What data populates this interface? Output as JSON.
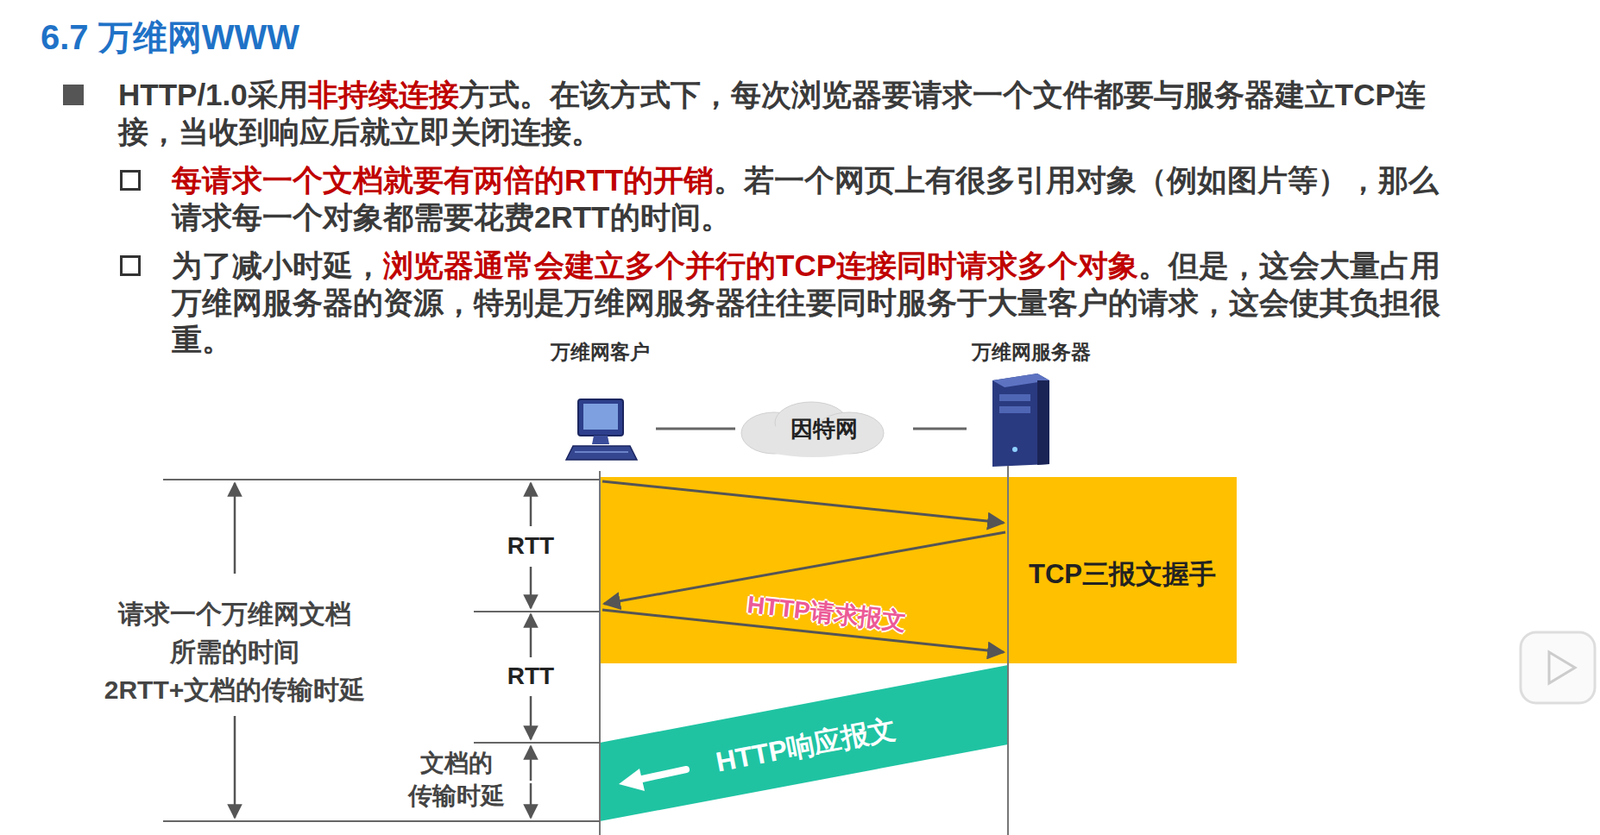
{
  "diagram": {
    "title": "6.7 万维网WWW",
    "nodes": [
      {
        "text": [
          "万维网客户"
        ]
      },
      {
        "text": [
          "因特网"
        ]
      },
      {
        "text": [
          "万维网服务器"
        ]
      },
      {
        "text": [
          "TCP三报文握手"
        ]
      },
      {
        "text": [
          "HTTP响应报文"
        ]
      }
    ],
    "edges": [
      {
        "from": 0,
        "to": 1,
        "arrow": "none"
      },
      {
        "from": 1,
        "to": 2,
        "arrow": "none"
      }
    ],
    "labels": [
      "HTTP/1.0采用",
      "非持续连接",
      "方式。在该方式下，每次浏览器要请求一个文件都要与服务器建立TCP连接，当收到响应后就立即关闭连接。",
      "每请求一个文档就要有两倍的RTT的开销",
      "。若一个网页上有很多引用对象（例如图片等），那么请求每一个对象都需要花费2RTT的时间。",
      "为了减小时延，",
      "浏览器通常会建立多个并行的TCP连接同时请求多个对象",
      "。但是，这会大量占用万维网服务器的资源，特别是万维网服务器往往要同时服务于大量客户的请求，这会使其负担很重。",
      "HTTP请求报文",
      "RTT",
      "RTT",
      "文档的 传输时延",
      "请求一个万维网文档 所需的时间 2RTT+文档的传输时延"
    ]
  }
}
